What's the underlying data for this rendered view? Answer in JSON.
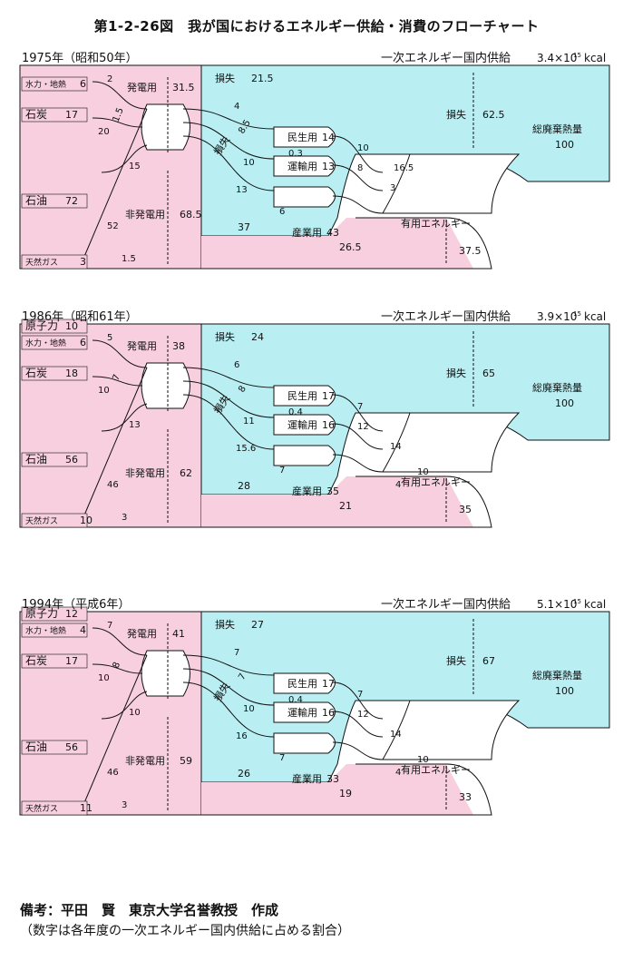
{
  "title": "第1-2-26図　我が国におけるエネルギー供給・消費のフローチャート",
  "colors": {
    "supply_pink": "#f8cfde",
    "loss_cyan": "#b9eef2",
    "box_white": "#ffffff",
    "outline": "#111111"
  },
  "panels": [
    {
      "year": "1975年（昭和50年）",
      "supply_label": "一次エネルギー国内供給",
      "supply_value": "3.4×10",
      "supply_exp": "15",
      "supply_unit": "kcal",
      "sources": [
        {
          "name": "水力・地熱",
          "value": "6"
        },
        {
          "name": "石炭",
          "value": "17"
        },
        {
          "name": "石油",
          "value": "72"
        },
        {
          "name": "天然ガス",
          "value": "3"
        }
      ],
      "flow_values": {
        "hydro_to_power": "2",
        "coal_to_power": "20",
        "gas_to_power": "1.5",
        "oil_to_power": "15",
        "oil_to_nonpower": "52",
        "gas_to_nonpower": "1.5"
      },
      "power": {
        "label": "発電用",
        "value": "31.5"
      },
      "nonpower": {
        "label": "非発電用",
        "value": "68.5"
      },
      "loss_top": {
        "label": "損失",
        "value": "21.5"
      },
      "loss_diag": {
        "label": "損失",
        "value": "8.5"
      },
      "loss_main": {
        "label": "損失",
        "value": "62.5"
      },
      "waste_heat": {
        "label": "総廃棄熱量",
        "value": "100"
      },
      "power_to_sectors": {
        "a": "4",
        "b": "10",
        "c": "13"
      },
      "sectors": [
        {
          "name": "民生用",
          "value": "14"
        },
        {
          "name": "運輸用",
          "value": "13"
        },
        {
          "name": "産業用",
          "value": "43"
        }
      ],
      "transport_small": "0.3",
      "nonpower_to_industry": "37",
      "small_to_industry": "6",
      "industry_useful": "26.5",
      "to_useful": {
        "a": "10",
        "b": "8",
        "c": "3"
      },
      "industry_loss": "16.5",
      "useful": {
        "label": "有用エネルギー",
        "value": "37.5"
      }
    },
    {
      "year": "1986年（昭和61年）",
      "supply_label": "一次エネルギー国内供給",
      "supply_value": "3.9×10",
      "supply_exp": "15",
      "supply_unit": "kcal",
      "sources": [
        {
          "name": "原子力",
          "value": "10"
        },
        {
          "name": "水力・地熱",
          "value": "6"
        },
        {
          "name": "石炭",
          "value": "18"
        },
        {
          "name": "石油",
          "value": "56"
        },
        {
          "name": "天然ガス",
          "value": "10"
        }
      ],
      "flow_values": {
        "hydro_to_power": "5",
        "coal_to_power": "10",
        "gas_to_power": "7",
        "oil_to_power": "13",
        "oil_to_nonpower": "46",
        "gas_to_nonpower": "3"
      },
      "power": {
        "label": "発電用",
        "value": "38"
      },
      "nonpower": {
        "label": "非発電用",
        "value": "62"
      },
      "loss_top": {
        "label": "損失",
        "value": "24"
      },
      "loss_diag": {
        "label": "損失",
        "value": "8"
      },
      "loss_main": {
        "label": "損失",
        "value": "65"
      },
      "waste_heat": {
        "label": "総廃棄熱量",
        "value": "100"
      },
      "power_to_sectors": {
        "a": "6",
        "b": "11",
        "c": "15.6"
      },
      "sectors": [
        {
          "name": "民生用",
          "value": "17"
        },
        {
          "name": "運輸用",
          "value": "16"
        },
        {
          "name": "産業用",
          "value": "35"
        }
      ],
      "transport_small": "0.4",
      "nonpower_to_industry": "28",
      "small_to_industry": "7",
      "industry_useful": "21",
      "to_useful": {
        "a": "7",
        "b": "12",
        "c": "14",
        "d": "10",
        "e": "4"
      },
      "useful": {
        "label": "有用エネルギー",
        "value": "35"
      }
    },
    {
      "year": "1994年（平成6年）",
      "supply_label": "一次エネルギー国内供給",
      "supply_value": "5.1×10",
      "supply_exp": "15",
      "supply_unit": "kcal",
      "sources": [
        {
          "name": "原子力",
          "value": "12"
        },
        {
          "name": "水力・地熱",
          "value": "4"
        },
        {
          "name": "石炭",
          "value": "17"
        },
        {
          "name": "石油",
          "value": "56"
        },
        {
          "name": "天然ガス",
          "value": "11"
        }
      ],
      "flow_values": {
        "hydro_to_power": "7",
        "coal_to_power": "10",
        "gas_to_power": "8",
        "oil_to_power": "10",
        "oil_to_nonpower": "46",
        "gas_to_nonpower": "3"
      },
      "power": {
        "label": "発電用",
        "value": "41"
      },
      "nonpower": {
        "label": "非発電用",
        "value": "59"
      },
      "loss_top": {
        "label": "損失",
        "value": "27"
      },
      "loss_diag": {
        "label": "損失",
        "value": "7"
      },
      "loss_main": {
        "label": "損失",
        "value": "67"
      },
      "waste_heat": {
        "label": "総廃棄熱量",
        "value": "100"
      },
      "power_to_sectors": {
        "a": "7",
        "b": "10",
        "c": "16"
      },
      "sectors": [
        {
          "name": "民生用",
          "value": "17"
        },
        {
          "name": "運輸用",
          "value": "16"
        },
        {
          "name": "産業用",
          "value": "33"
        }
      ],
      "transport_small": "0.4",
      "nonpower_to_industry": "26",
      "small_to_industry": "7",
      "industry_useful": "19",
      "to_useful": {
        "a": "7",
        "b": "12",
        "c": "14",
        "d": "10",
        "e": "4"
      },
      "useful": {
        "label": "有用エネルギー",
        "value": "33"
      }
    }
  ],
  "note": "備考：平田　賢　東京大学名誉教授　作成",
  "note_sub": "（数字は各年度の一次エネルギー国内供給に占める割合）"
}
